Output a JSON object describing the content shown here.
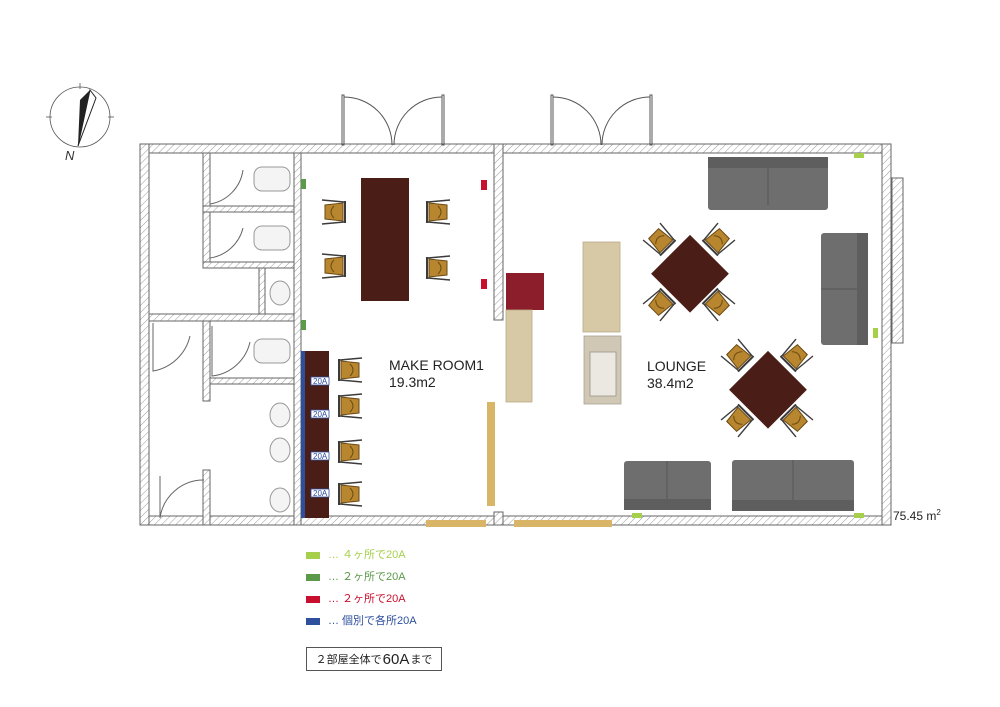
{
  "compass": {
    "label": "N"
  },
  "rooms": [
    {
      "name": "MAKE ROOM1",
      "area": "19.3m2"
    },
    {
      "name": "LOUNGE",
      "area": "38.4m2"
    }
  ],
  "total_area": {
    "value": "75.45 m",
    "unit_sup": "2"
  },
  "outlet_label": "20A",
  "legend": [
    {
      "text": "… ４ヶ所で20A",
      "color": "#a6cf4b"
    },
    {
      "text": "… ２ヶ所で20A",
      "color": "#5a9a48"
    },
    {
      "text": "… ２ヶ所で20A",
      "color": "#c8102e"
    },
    {
      "text": "… 個別で各所20A",
      "color": "#2e4f9e"
    }
  ],
  "note": {
    "prefix": "２部屋全体で",
    "amount": "60A",
    "suffix": "まで"
  },
  "colors": {
    "wall": "#7a7a7a",
    "table": "#4a1d16",
    "chair": "#b8862e",
    "sofa": "#6e6e6e",
    "counter": "#d7c8a6",
    "sink_counter": "#d0c7b4",
    "red_cabinet": "#8b1e2a",
    "window_sill": "#d9b567"
  }
}
